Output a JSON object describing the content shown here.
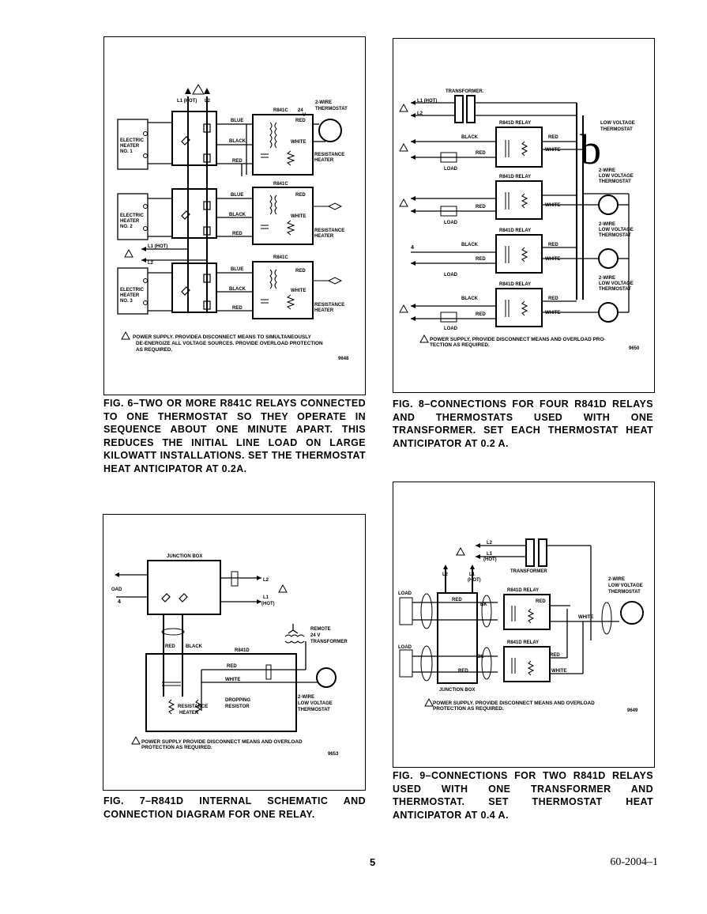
{
  "page": {
    "number": "5",
    "doc_id": "60-2004–1"
  },
  "fig6": {
    "num": "FIG. 6–",
    "caption": "TWO OR MORE R841C RELAYS CONNECTED TO ONE THERMOSTAT SO THEY OPERATE IN SEQUENCE ABOUT ONE MINUTE APART. THIS REDUCES THE INITIAL LINE LOAD ON LARGE KILOWATT INSTALLATIONS. SET THE THERMOSTAT HEAT ANTICIPATOR AT 0.2A.",
    "l1_hot": "L1 (HOT)",
    "l2": "L2",
    "relay": "R841C",
    "v24": "24",
    "v": "V",
    "thermostat": [
      "2-WIRE",
      "THERMOSTAT"
    ],
    "heaters": [
      [
        "ELECTRIC",
        "HEATER",
        "NO. 1"
      ],
      [
        "ELECTRIC",
        "HEATER",
        "NO. 2"
      ],
      [
        "ELECTRIC",
        "HEATER",
        "NO. 3"
      ]
    ],
    "blue": "BLUE",
    "black": "BLACK",
    "red": "RED",
    "white": "WHITE",
    "res_heater": [
      "RESISTANCE",
      "HEATER"
    ],
    "l1_hot2": "L1 (HOT)",
    "note": [
      "POWER SUPPLY. PROVIDEA DISCONNECT MEANS TO SIMULTANEOUSLY",
      "DE-ENERGIZE ALL VOLTAGE SOURCES. PROVIDE OVERLOAD PROTECTION",
      "AS REQUIRED."
    ],
    "code": "9648"
  },
  "fig7": {
    "num": "FIG. 7–",
    "caption": "R841D INTERNAL SCHEMATIC AND CONNECTION DIAGRAM FOR ONE RELAY.",
    "junction": "JUNCTION BOX",
    "load": "OAD",
    "four": "4",
    "l2": "L2",
    "l1": "L1",
    "hot": "(HOT)",
    "remote": [
      "REMOTE",
      "24 V",
      "TRANSFORMER"
    ],
    "red": "RED",
    "black": "BLACK",
    "relay": "R841D",
    "white": "WHITE",
    "res_heater": [
      "RESISTANCE",
      "HEATER"
    ],
    "dropping": [
      "DROPPING",
      "RESISTOR"
    ],
    "thermostat": [
      "2-WIRE",
      "LOW VOLTAGE",
      "THERMOSTAT"
    ],
    "note": [
      "POWER SUPPLY PROVIDE DISCONNECT MEANS AND OVERLOAD",
      "PROTECTION AS REQUIRED."
    ],
    "code": "9653"
  },
  "fig8": {
    "num": "FIG. 8–",
    "caption": "CONNECTIONS FOR FOUR R841D RELAYS AND THERMOSTATS USED WITH ONE TRANSFORMER. SET EACH THERMOSTAT HEAT ANTICIPATOR AT 0.2 A.",
    "transformer": "TRANSFORMER.",
    "l1_hot": "L1 (HOT)",
    "l2": "L2",
    "relay": "R841D RELAY",
    "black": "BLACK",
    "red": "RED",
    "white": "WHITE",
    "load": "LOAD",
    "big_b": "b",
    "lv_thermostat": [
      "LOW VOLTAGE",
      "THERMOSTAT"
    ],
    "thermostat": [
      "2-WIRE",
      "LOW VOLTAGE",
      "THERMOSTAT"
    ],
    "four": "4",
    "note": [
      "POWER SUPPLY, PROVIDE DISCONNECT MEANS AND OVERLOAD PRO-",
      "TECTION AS REQUIRED."
    ],
    "code": "9650"
  },
  "fig9": {
    "num": "FIG. 9–",
    "caption": "CONNECTIONS FOR TWO R841D RELAYS USED WITH ONE TRANSFORMER AND THERMOSTAT. SET THERMOSTAT HEAT ANTICIPATOR AT 0.4 A.",
    "l2": "L2",
    "l1": "L1",
    "hot": "(HOT)",
    "transformer": "TRANSFORMER",
    "thermostat": [
      "2-WIRE",
      "LOW VOLTAGE",
      "THERMOSTAT"
    ],
    "load": "LOAD",
    "relay": "R841D RELAY",
    "red": "RED",
    "white": "WHITE",
    "bk": "BK",
    "junction": "JUNCTION BOX",
    "note": [
      "POWER SUPPLY. PROVIDE DISCONNECT MEANS AND OVERLOAD",
      "PROTECTION AS REQUIRED."
    ],
    "code": "9649"
  }
}
